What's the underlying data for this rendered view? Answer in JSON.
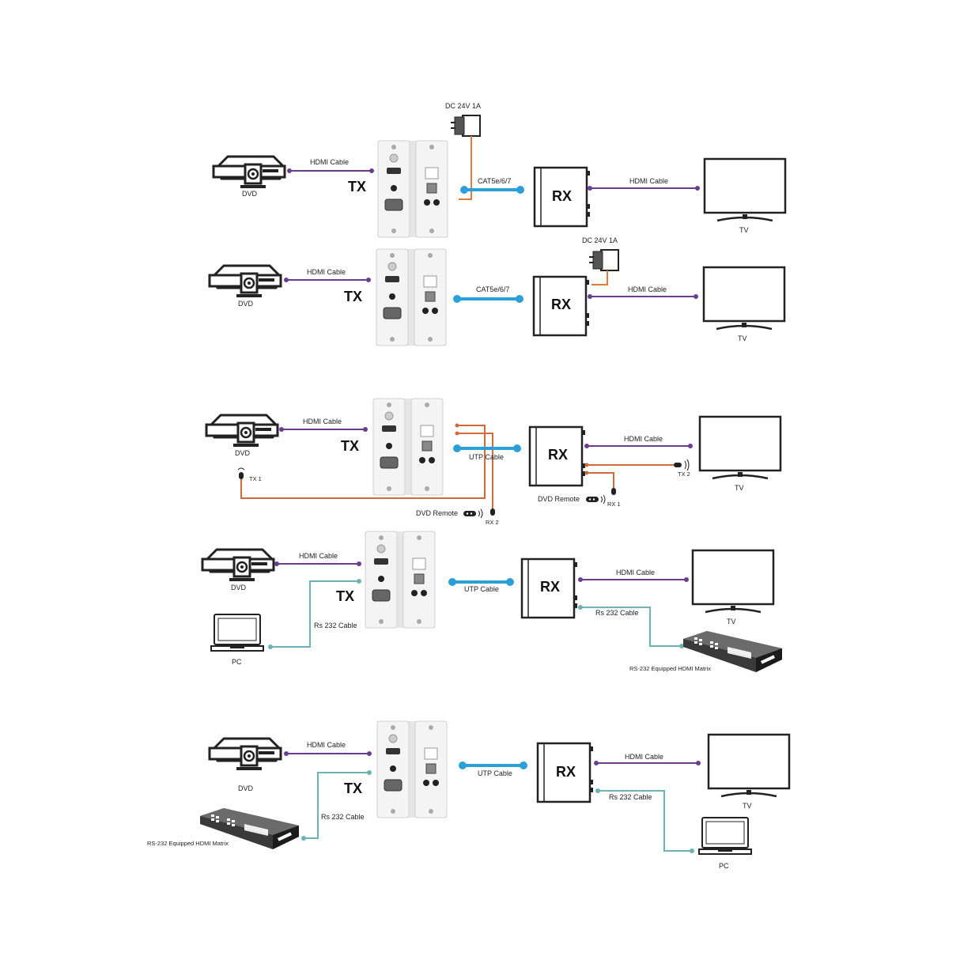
{
  "colors": {
    "hdmi": "#6a3d8f",
    "cat": "#2b9fd8",
    "power": "#e07a3a",
    "rs232": "#6cb3b3",
    "ir": "#d06a3a",
    "outline": "#222222",
    "panel": "#f2f2f2"
  },
  "labels": {
    "dvd": "DVD",
    "tv": "TV",
    "pc": "PC",
    "tx": "TX",
    "rx": "RX",
    "hdmi_cable": "HDMI Cable",
    "cat5": "CAT5e/6/7",
    "utp_cable": "UTP Cable",
    "rs232_cable": "Rs 232 Cable",
    "dc_power": "DC 24V 1A",
    "matrix": "RS-232 Equipped HDMI Matrix",
    "dvd_remote": "DVD Remote",
    "tx1": "TX 1",
    "tx2": "TX 2",
    "rx1": "RX 1",
    "rx2": "RX 2"
  },
  "icons": [
    "dvd-player-icon",
    "tv-icon",
    "laptop-icon",
    "hdmi-matrix-icon",
    "power-adapter-icon",
    "ir-emitter-icon",
    "ir-receiver-icon",
    "remote-control-icon",
    "wall-plate-transmitter-icon",
    "receiver-box-icon"
  ]
}
